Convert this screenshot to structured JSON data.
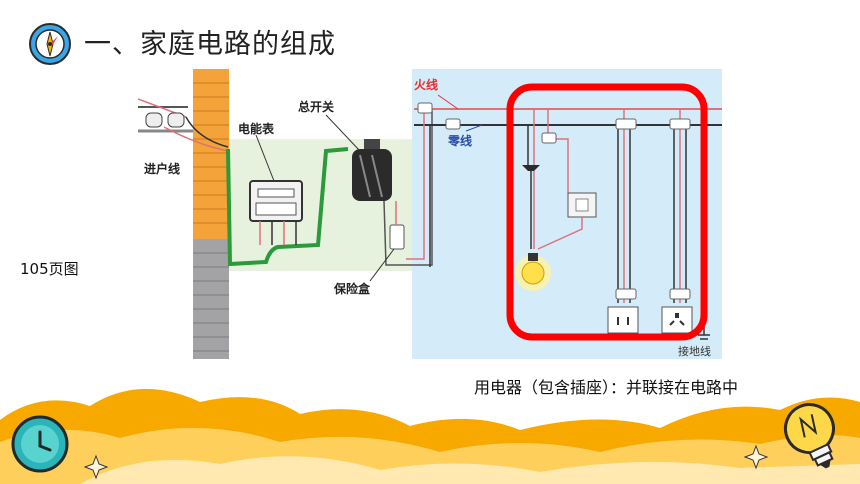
{
  "slide": {
    "title": "一、家庭电路的组成",
    "page_ref": "105页图",
    "caption": "用电器（包含插座）：并联接在电路中"
  },
  "diagram": {
    "labels": {
      "live_wire": "火线",
      "neutral_wire": "零线",
      "entry_wire": "进户线",
      "meter": "电能表",
      "main_switch": "总开关",
      "fuse_box": "保险盒",
      "ground_wire": "接地线"
    }
  },
  "icons": {
    "compass": "compass-icon",
    "clock": "clock-icon",
    "lightbulb": "lightbulb-icon",
    "sparkle": "sparkle-icon"
  },
  "colors": {
    "highlight": "#ff0000",
    "live": "#e0707a",
    "neutral": "#333333",
    "ground_green": "#2a9a3a",
    "sky": "#d4ecf9",
    "brick": "#f4a23a",
    "orange_accent": "#f7a900"
  }
}
